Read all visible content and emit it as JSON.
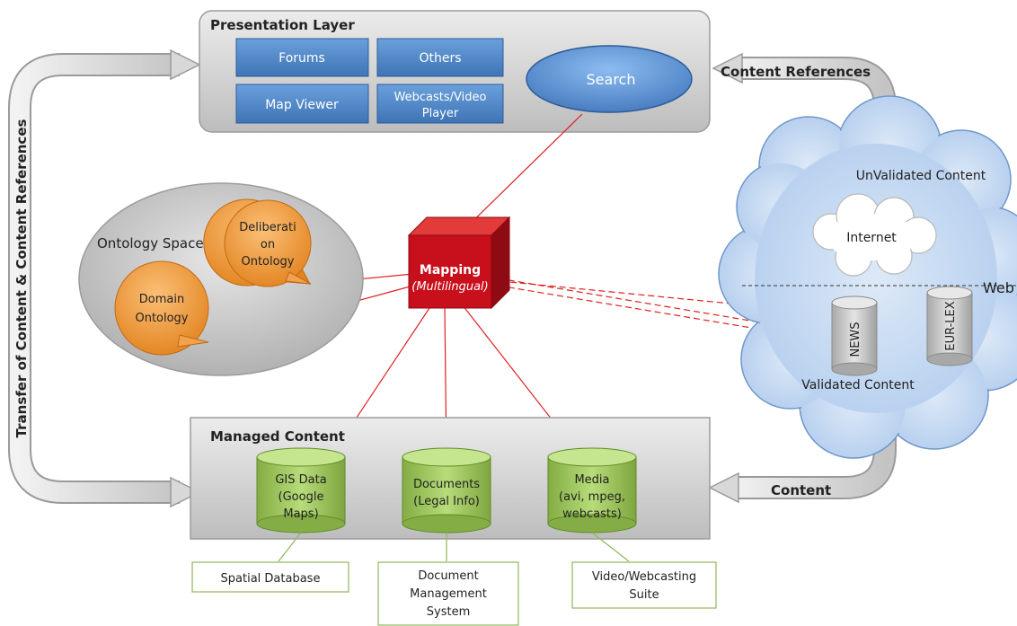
{
  "presentation": {
    "title": "Presentation Layer",
    "buttons": {
      "forums": "Forums",
      "others": "Others",
      "map_viewer": "Map Viewer",
      "webcasts_line1": "Webcasts/Video",
      "webcasts_line2": "Player"
    },
    "search": "Search"
  },
  "ontology": {
    "title": "Ontology Space",
    "deliberation": [
      "Deliberati",
      "on",
      "Ontology"
    ],
    "domain": [
      "Domain",
      "Ontology"
    ]
  },
  "mapping": {
    "title": "Mapping",
    "subtitle": "(Multilingual)"
  },
  "managed": {
    "title": "Managed Content",
    "gis": [
      "GIS Data",
      "(Google",
      "Maps)"
    ],
    "documents": [
      "Documents",
      "(Legal Info)"
    ],
    "media": [
      "Media",
      "(avi, mpeg,",
      "webcasts)"
    ]
  },
  "systems": {
    "spatial": "Spatial Database",
    "document_mgmt": [
      "Document",
      "Management",
      "System"
    ],
    "video": [
      "Video/Webcasting",
      "Suite"
    ]
  },
  "web": {
    "unvalidated": "UnValidated Content",
    "internet": "Internet",
    "web_label": "Web",
    "news": "NEWS",
    "eurlex": "EUR-LEX",
    "validated": "Validated Content"
  },
  "arrows": {
    "content_references": "Content References",
    "content": "Content",
    "transfer": "Transfer of Content & Content References"
  },
  "colors": {
    "button_blue": "#4f86c6",
    "search_blue": "#5b94d6",
    "panel_gray": "#d2d2d2",
    "orange": "#f0973a",
    "green": "#9bc55a",
    "red_cube": "#c8101c",
    "cloud_blue": "#c6daf1",
    "link_red": "#e02020"
  }
}
